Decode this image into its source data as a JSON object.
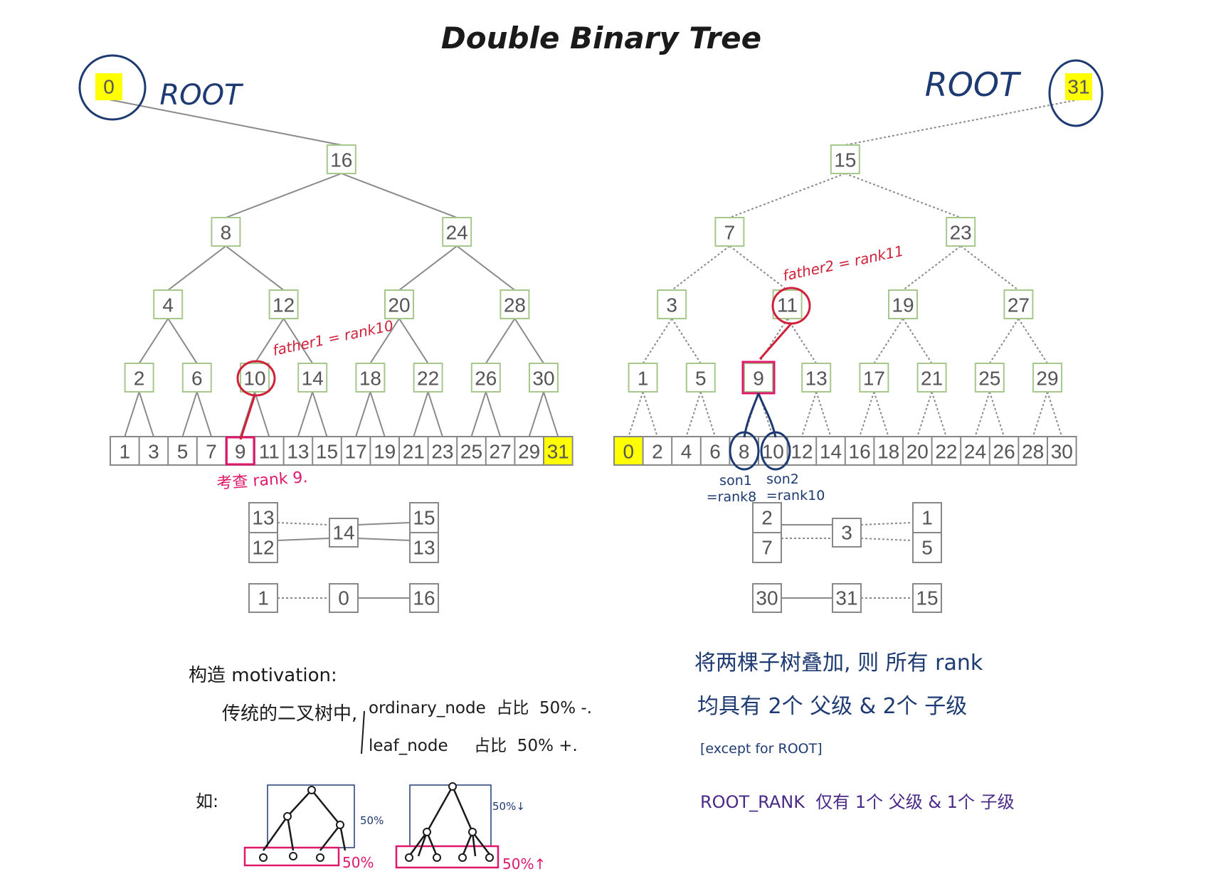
{
  "title": "Double Binary Tree",
  "colors": {
    "tree_box": "#a6c88a",
    "tree_text": "#555555",
    "highlight": "#ffff00",
    "blue_ink": "#1e3a72",
    "red_ink": "#d0203a",
    "magenta_ink": "#e0186c",
    "purple_ink": "#4a2a88"
  },
  "left_tree": {
    "root_label": "ROOT",
    "root": "0",
    "level1": [
      "16"
    ],
    "level2": [
      "8",
      "24"
    ],
    "level3": [
      "4",
      "12",
      "20",
      "28"
    ],
    "level4": [
      "2",
      "6",
      "10",
      "14",
      "18",
      "22",
      "26",
      "30"
    ],
    "leaves": [
      "1",
      "3",
      "5",
      "7",
      "9",
      "11",
      "13",
      "15",
      "17",
      "19",
      "21",
      "23",
      "25",
      "27",
      "29",
      "31"
    ],
    "father_note": "father1 = rank10",
    "query_note": "考查 rank 9.",
    "table": {
      "top_left": "13",
      "bottom_left": "12",
      "center": "14",
      "top_right": "15",
      "bottom_right": "13"
    },
    "row": [
      "1",
      "0",
      "16"
    ]
  },
  "right_tree": {
    "root_label": "ROOT",
    "root": "31",
    "level1": [
      "15"
    ],
    "level2": [
      "7",
      "23"
    ],
    "level3": [
      "3",
      "11",
      "19",
      "27"
    ],
    "level4": [
      "1",
      "5",
      "9",
      "13",
      "17",
      "21",
      "25",
      "29"
    ],
    "leaves": [
      "0",
      "2",
      "4",
      "6",
      "8",
      "10",
      "12",
      "14",
      "16",
      "18",
      "20",
      "22",
      "24",
      "26",
      "28",
      "30"
    ],
    "father_note": "father2 = rank11",
    "son1_note": [
      "son1",
      "=rank8"
    ],
    "son2_note": [
      "son2",
      "=rank10"
    ],
    "table": {
      "top_left": "2",
      "bottom_left": "7",
      "center": "3",
      "top_right": "1",
      "bottom_right": "5"
    },
    "row": [
      "30",
      "31",
      "15"
    ]
  },
  "notes_left": {
    "heading": "构造 motivation:",
    "line1_prefix": "传统的二叉树中,",
    "line1": "ordinary_node  占比  50% -.",
    "line2": "leaf_node     占比  50% +.",
    "example_label": "如:",
    "pct_a": "50%",
    "pct_b": "50%",
    "pct_c": "50%↓",
    "pct_d": "50%↑"
  },
  "notes_right": {
    "line1": "将两棵子树叠加, 则 所有 rank",
    "line2": "均具有 2个 父级 & 2个 子级",
    "line3": "[except for ROOT]",
    "line4": "ROOT_RANK  仅有 1个 父级 & 1个 子级"
  }
}
